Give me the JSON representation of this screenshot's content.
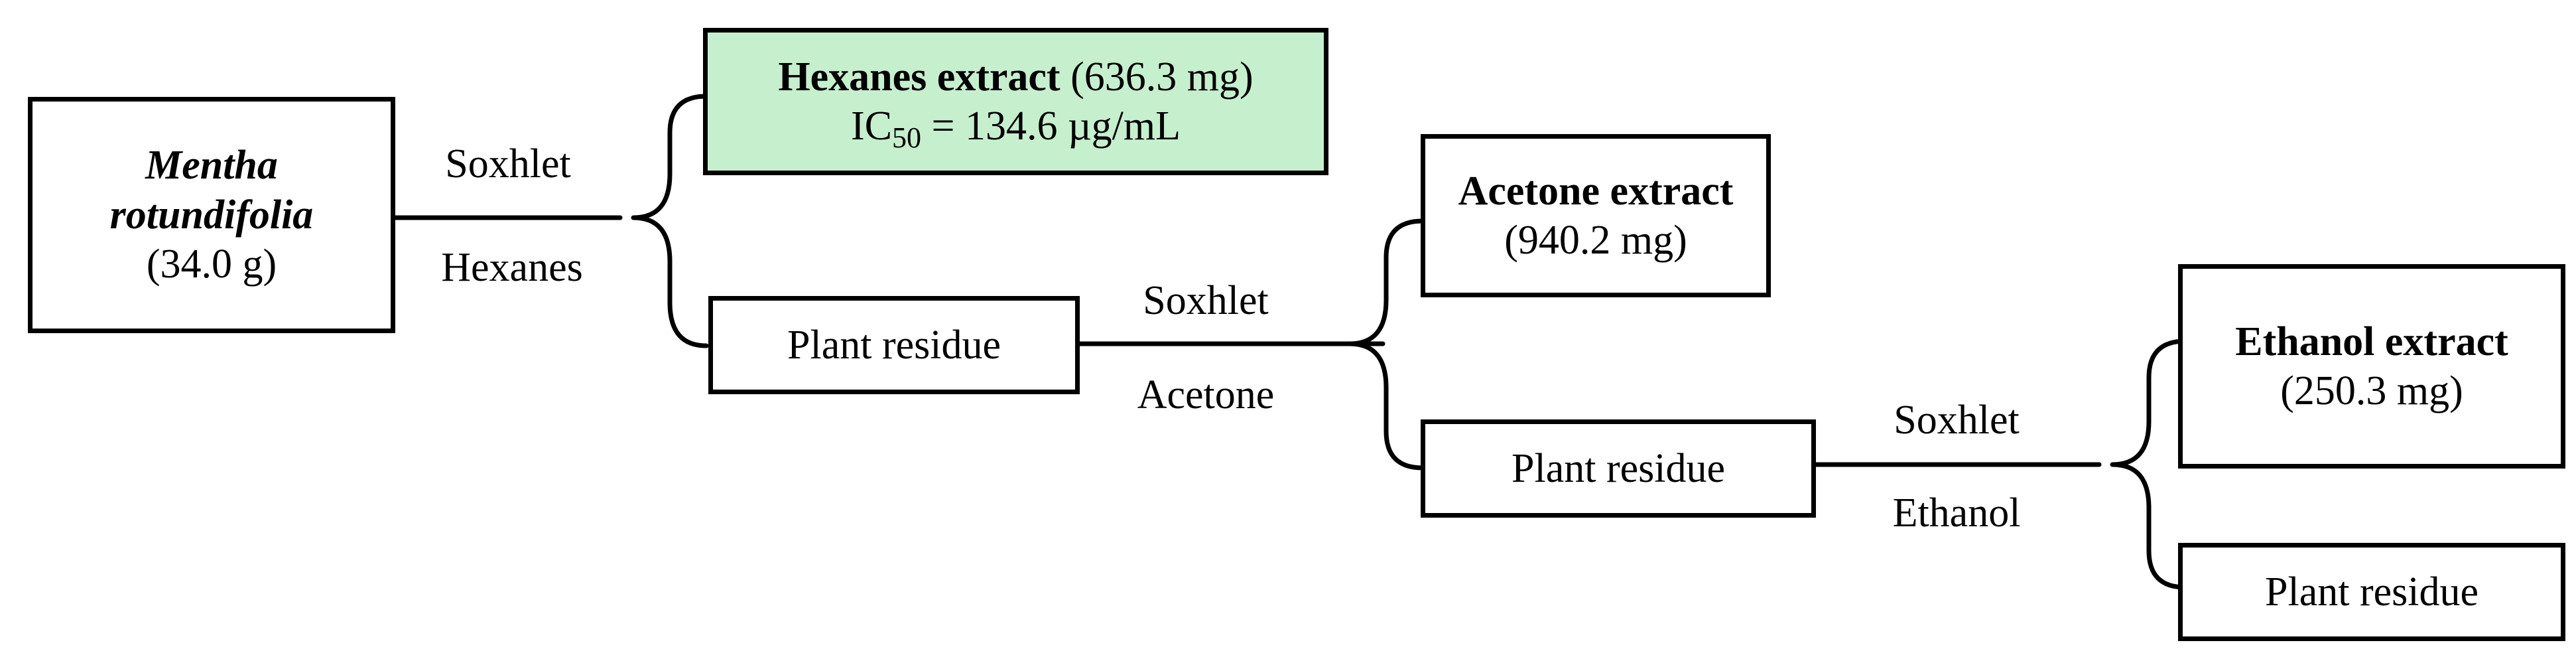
{
  "source": {
    "name_line1": "Mentha",
    "name_line2": "rotundifolia",
    "mass": "(34.0 g)"
  },
  "step1": {
    "method": "Soxhlet",
    "solvent": "Hexanes"
  },
  "hexanes_extract": {
    "name": "Hexanes extract",
    "mass": "(636.3 mg)",
    "ic_prefix": "IC",
    "ic_sub": "50",
    "ic_value": " = 134.6 µg/mL"
  },
  "residue1": {
    "label": "Plant residue"
  },
  "step2": {
    "method": "Soxhlet",
    "solvent": "Acetone"
  },
  "acetone_extract": {
    "name": "Acetone extract",
    "mass": "(940.2 mg)"
  },
  "residue2": {
    "label": "Plant residue"
  },
  "step3": {
    "method": "Soxhlet",
    "solvent": "Ethanol"
  },
  "ethanol_extract": {
    "name": "Ethanol extract",
    "mass": "(250.3 mg)"
  },
  "residue3": {
    "label": "Plant residue"
  },
  "colors": {
    "highlight_fill": "#c6efce",
    "stroke": "#000000"
  }
}
